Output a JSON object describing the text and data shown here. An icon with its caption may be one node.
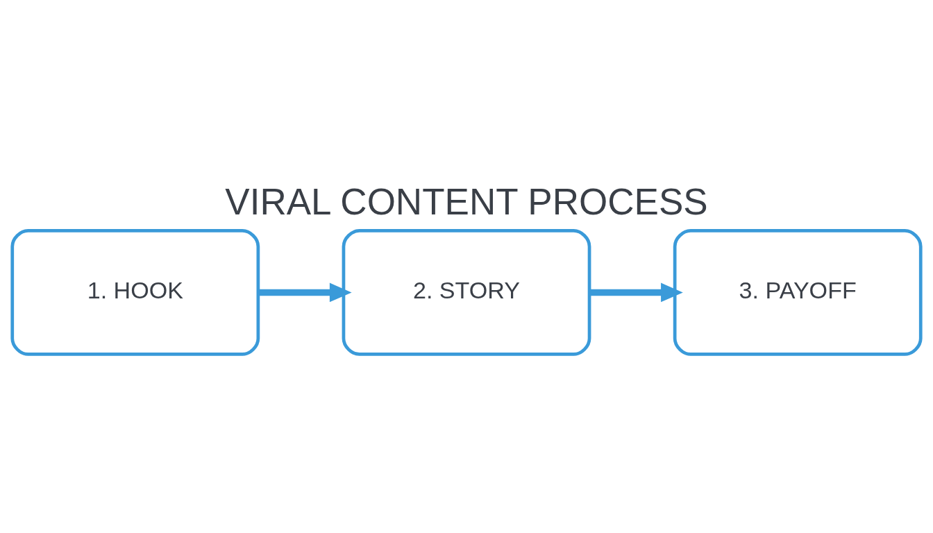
{
  "diagram": {
    "title": "VIRAL CONTENT PROCESS",
    "nodes": [
      {
        "text": [
          "1. HOOK"
        ]
      },
      {
        "text": [
          "2. STORY"
        ]
      },
      {
        "text": [
          "3. PAYOFF"
        ]
      }
    ],
    "edges": [
      {
        "from": 0,
        "to": 1,
        "arrow": "to"
      },
      {
        "from": 1,
        "to": 2,
        "arrow": "to"
      }
    ]
  }
}
